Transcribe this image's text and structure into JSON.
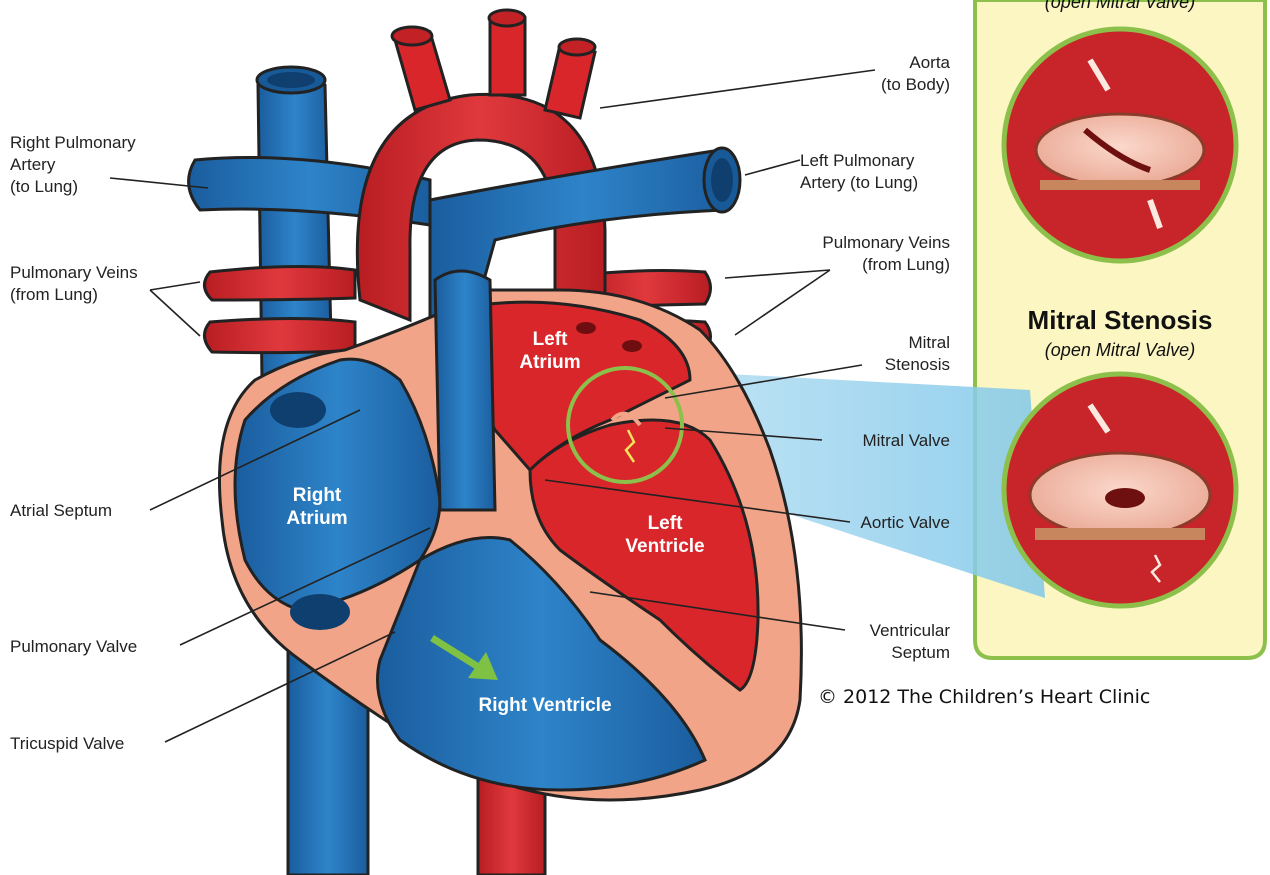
{
  "labels": {
    "aorta": "Aorta\n(to Body)",
    "right_pulmonary_artery": "Right Pulmonary\nArtery\n(to Lung)",
    "left_pulmonary_artery": "Left Pulmonary\nArtery (to Lung)",
    "pulmonary_veins_left_side": "Pulmonary Veins\n(from Lung)",
    "pulmonary_veins_right_side": "Pulmonary Veins\n(from Lung)",
    "mitral_stenosis": "Mitral\nStenosis",
    "mitral_valve": "Mitral Valve",
    "aortic_valve": "Aortic Valve",
    "atrial_septum": "Atrial Septum",
    "pulmonary_valve": "Pulmonary Valve",
    "tricuspid_valve": "Tricuspid Valve",
    "ventricular_septum": "Ventricular\nSeptum"
  },
  "chambers": {
    "left_atrium": "Left\nAtrium",
    "right_atrium": "Right\nAtrium",
    "left_ventricle": "Left\nVentricle",
    "right_ventricle": "Right Ventricle"
  },
  "inset": {
    "top_subtitle": "(open Mitral Valve)",
    "title": "Mitral Stenosis",
    "subtitle": "(open Mitral Valve)"
  },
  "copyright": "© 2012 The Children’s Heart Clinic",
  "colors": {
    "oxygenated": "#d8262b",
    "deoxygenated": "#1f6fb5",
    "heart_wall": "#f2a488",
    "inset_background": "#fbf6c2",
    "inset_border": "#8cc04a",
    "flow_arrow": "#7fc143"
  }
}
